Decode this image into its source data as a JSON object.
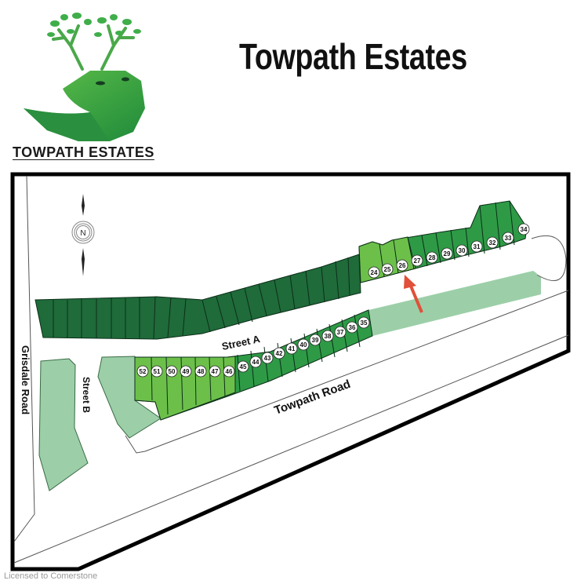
{
  "header": {
    "title": "Towpath Estates",
    "logo_caption": "TOWPATH ESTATES",
    "logo_icon": "deer-antler-tree-logo"
  },
  "map": {
    "compass_label": "N",
    "roads": {
      "street_a": "Street A",
      "street_b": "Street B",
      "towpath_road": "Towpath Road",
      "grisdale_road": "Grisdale Road"
    },
    "colors": {
      "boundary": "#000000",
      "lot_dark": "#1f6b3a",
      "lot_mid": "#2e9a46",
      "lot_light": "#6cc04a",
      "lot_lightest": "#8fd060",
      "open_space": "#9ccfa8",
      "arrow": "#e0503a"
    },
    "north_row_lots": [
      "24",
      "25",
      "26",
      "27",
      "28",
      "29",
      "30",
      "31",
      "32",
      "33",
      "34"
    ],
    "south_row_lots": [
      "52",
      "51",
      "50",
      "49",
      "48",
      "47",
      "46",
      "45",
      "44",
      "43",
      "42",
      "41",
      "40",
      "39",
      "38",
      "37",
      "36",
      "35"
    ],
    "highlighted_lot": "26",
    "unnumbered_dark_lots_count": 22
  },
  "footer": {
    "license": "Licensed to Comerstone"
  }
}
